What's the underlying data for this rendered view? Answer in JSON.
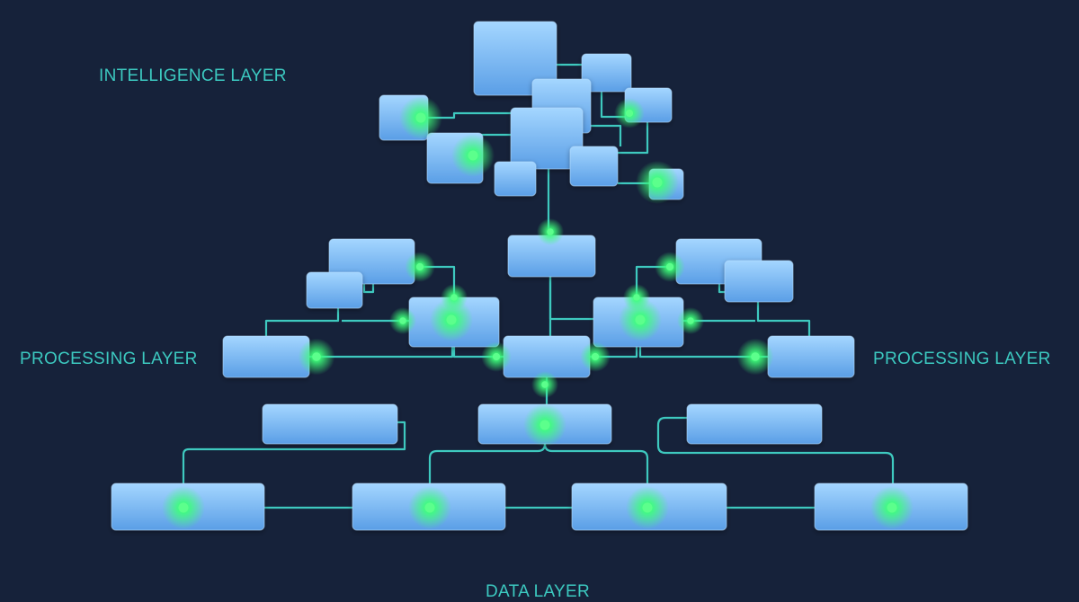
{
  "labels": {
    "intelligence": "INTELLIGENCE LAYER",
    "processing_left": "PROCESSING LAYER",
    "processing_right": "PROCESSING LAYER",
    "data": "DATA LAYER"
  },
  "colors": {
    "background": "#16223a",
    "node_top": "#9fd2ff",
    "node_bottom": "#5b9fe6",
    "connector": "#3ec9bf",
    "glow": "#3dff7a",
    "label": "#3cc9c0"
  }
}
